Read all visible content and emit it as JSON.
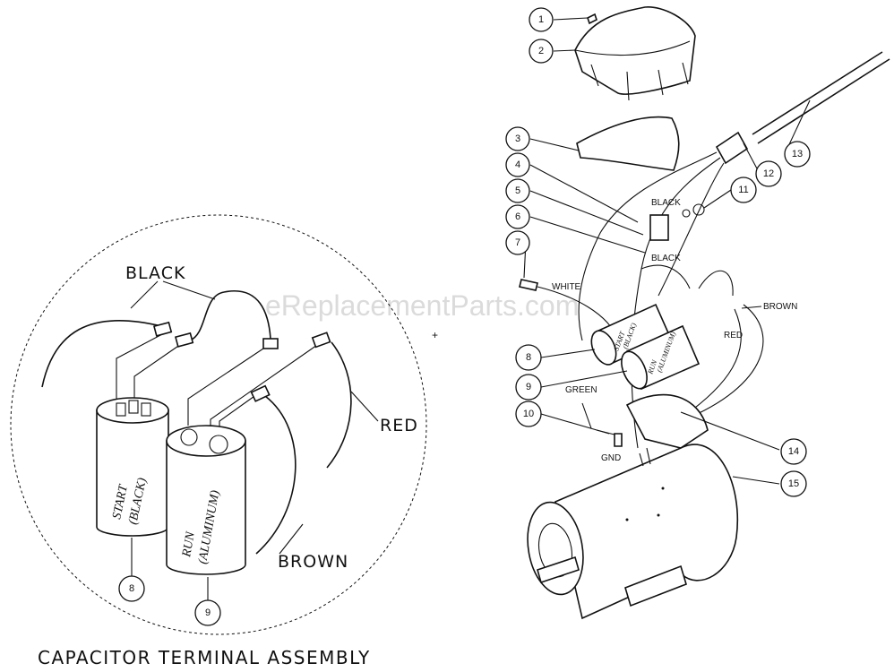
{
  "watermark": "eReplacementParts.com",
  "detail": {
    "title": "CAPACITOR TERMINAL ASSEMBLY",
    "labels": {
      "black": "BLACK",
      "red": "RED",
      "brown": "BROWN"
    },
    "start_capacitor": {
      "line1": "START",
      "line2": "(BLACK)"
    },
    "run_capacitor": {
      "line1": "RUN",
      "line2": "(ALUMINUM)"
    },
    "callouts": [
      "8",
      "9"
    ]
  },
  "exploded": {
    "labels": {
      "black_upper": "BLACK",
      "black_lower": "BLACK",
      "white": "WHITE",
      "brown": "BROWN",
      "red": "RED",
      "green": "GREEN",
      "gnd": "GND"
    },
    "start_capacitor": {
      "line1": "START",
      "line2": "(BLACK)"
    },
    "run_capacitor": {
      "line1": "RUN",
      "line2": "(ALUMINUM)"
    },
    "callouts": [
      "1",
      "2",
      "3",
      "4",
      "5",
      "6",
      "7",
      "8",
      "9",
      "10",
      "11",
      "12",
      "13",
      "14",
      "15"
    ]
  },
  "plus_mark": "+"
}
